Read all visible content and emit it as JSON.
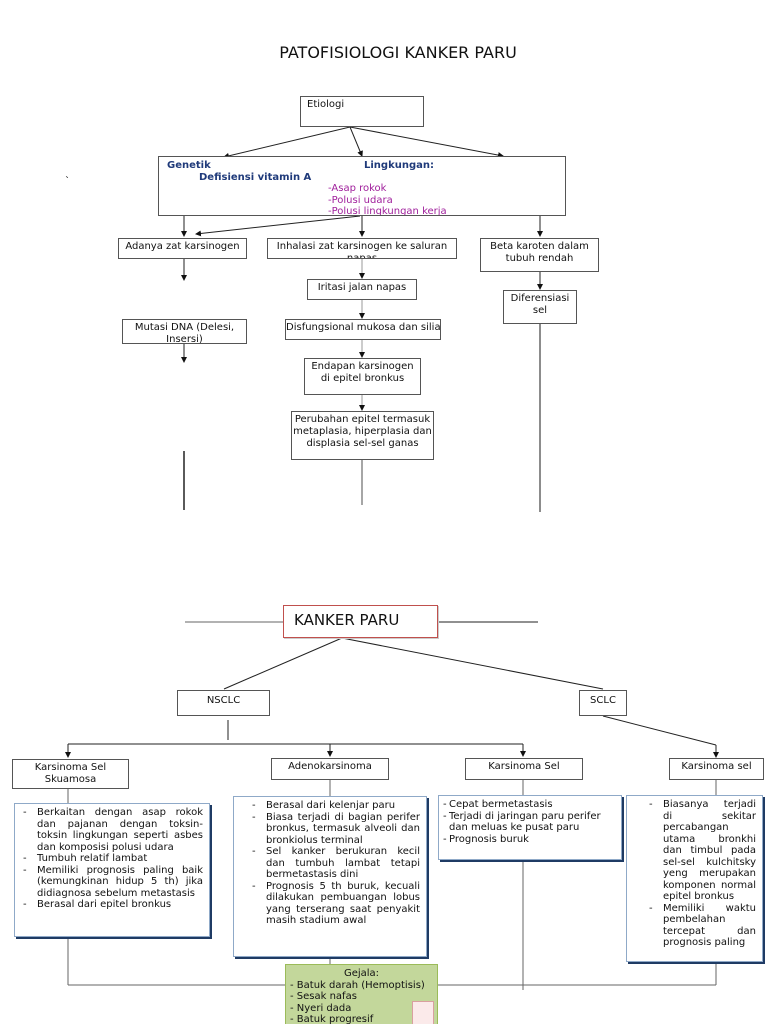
{
  "title": "PATOFISIOLOGI KANKER PARU",
  "etiologi": "Etiologi",
  "cause_box": {
    "genetik": "Genetik",
    "defisiensi": "Defisiensi vitamin A",
    "lingkungan": "Lingkungan:",
    "items": [
      "-Asap rokok",
      "-Polusi udara",
      "-Polusi lingkungan kerja"
    ],
    "genetic_color": "#1f3a7a",
    "env_color": "#a0209c"
  },
  "left_chain": [
    "Adanya zat karsinogen",
    "Mutasi DNA (Delesi, Insersi)"
  ],
  "middle_chain": [
    "Inhalasi zat karsinogen ke saluran napas",
    "Iritasi jalan napas",
    "Disfungsional mukosa dan silia",
    "Endapan karsinogen di epitel bronkus",
    "Perubahan epitel termasuk metaplasia, hiperplasia dan displasia sel-sel ganas"
  ],
  "right_chain": [
    "Beta karoten dalam tubuh rendah",
    "Diferensiasi sel"
  ],
  "kanker_paru": "KANKER PARU",
  "nsclc": "NSCLC",
  "sclc": "SCLC",
  "types": [
    {
      "label": "Karsinoma Sel Skuamosa",
      "notes": [
        "Berkaitan dengan asap rokok dan pajanan dengan toksin-toksin lingkungan seperti asbes dan komposisi polusi udara",
        "Tumbuh relatif lambat",
        "Memiliki prognosis paling baik (kemungkinan hidup 5 th) jika didiagnosa sebelum metastasis",
        "Berasal dari epitel bronkus"
      ]
    },
    {
      "label": "Adenokarsinoma",
      "notes": [
        "Berasal dari kelenjar paru",
        "Biasa terjadi di bagian perifer bronkus, termasuk alveoli dan bronkiolus terminal",
        "Sel kanker berukuran kecil dan tumbuh lambat tetapi bermetastasis dini",
        "Prognosis 5 th buruk, kecuali dilakukan pembuangan lobus yang terserang saat penyakit masih stadium awal"
      ]
    },
    {
      "label": "Karsinoma Sel",
      "notes": [
        "Cepat bermetastasis",
        "Terjadi di jaringan paru perifer dan meluas ke pusat paru",
        "Prognosis buruk"
      ]
    },
    {
      "label": "Karsinoma sel",
      "notes": [
        "Biasanya terjadi di sekitar percabangan utama bronkhi dan timbul pada sel-sel kulchitsky yeng merupakan komponen normal epitel bronkus",
        "Memiliki waktu pembelahan tercepat dan prognosis paling"
      ]
    }
  ],
  "gejala": {
    "title": "Gejala:",
    "items": [
      "- Batuk darah (Hemoptisis)",
      "- Sesak nafas",
      "- Nyeri dada",
      "- Batuk progresif"
    ],
    "color": "#c3d79b"
  },
  "stray_mark": "`"
}
